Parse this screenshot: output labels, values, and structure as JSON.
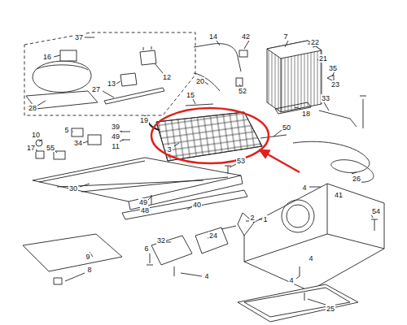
{
  "diagram": {
    "labels": [
      "37",
      "16",
      "14",
      "42",
      "7",
      "22",
      "21",
      "35",
      "12",
      "13",
      "27",
      "20",
      "23",
      "15",
      "52",
      "28",
      "18",
      "33",
      "19",
      "10",
      "5",
      "39",
      "50",
      "49",
      "34",
      "11",
      "3",
      "17",
      "55",
      "53",
      "30",
      "26",
      "4",
      "41",
      "49",
      "48",
      "40",
      "1",
      "54",
      "2",
      "32",
      "24",
      "6",
      "9",
      "8",
      "4",
      "4",
      "4",
      "25"
    ]
  }
}
